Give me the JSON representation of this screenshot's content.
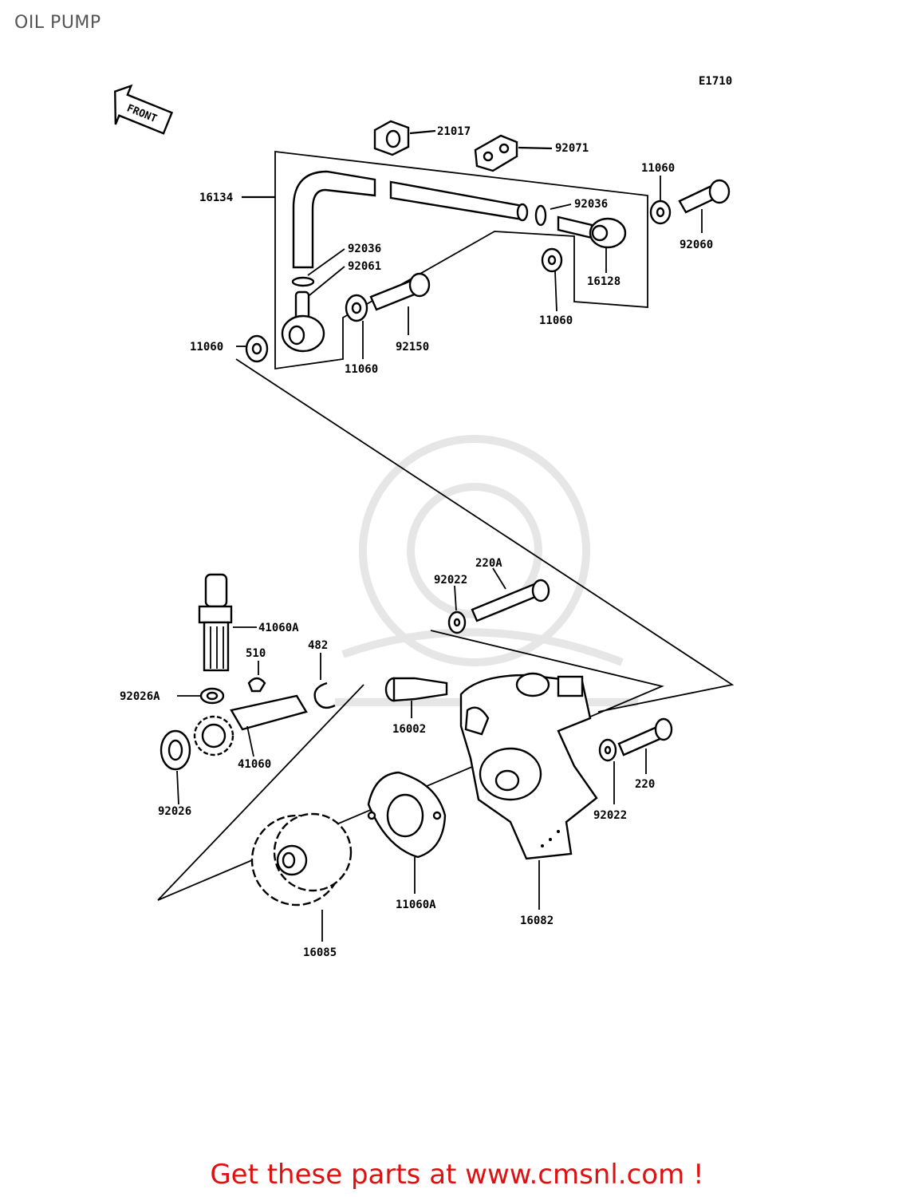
{
  "page": {
    "title": "OIL PUMP"
  },
  "diagram": {
    "code": "E1710",
    "front_arrow": "FRONT",
    "labels": {
      "p21017": "21017",
      "p92071": "92071",
      "p11060_a": "11060",
      "p16134": "16134",
      "p92036_a": "92036",
      "p92060": "92060",
      "p92036_b": "92036",
      "p92061": "92061",
      "p16128": "16128",
      "p11060_b": "11060",
      "p92150": "92150",
      "p11060_c": "11060",
      "p11060_d": "11060",
      "p220A": "220A",
      "p92022_a": "92022",
      "p41060A": "41060A",
      "p510": "510",
      "p482": "482",
      "p92026A": "92026A",
      "p16002": "16002",
      "p41060": "41060",
      "p92026": "92026",
      "p220": "220",
      "p92022_b": "92022",
      "p11060A": "11060A",
      "p16082": "16082",
      "p16085": "16085"
    }
  },
  "footer": {
    "text": "Get these parts at www.cmsnl.com !"
  }
}
